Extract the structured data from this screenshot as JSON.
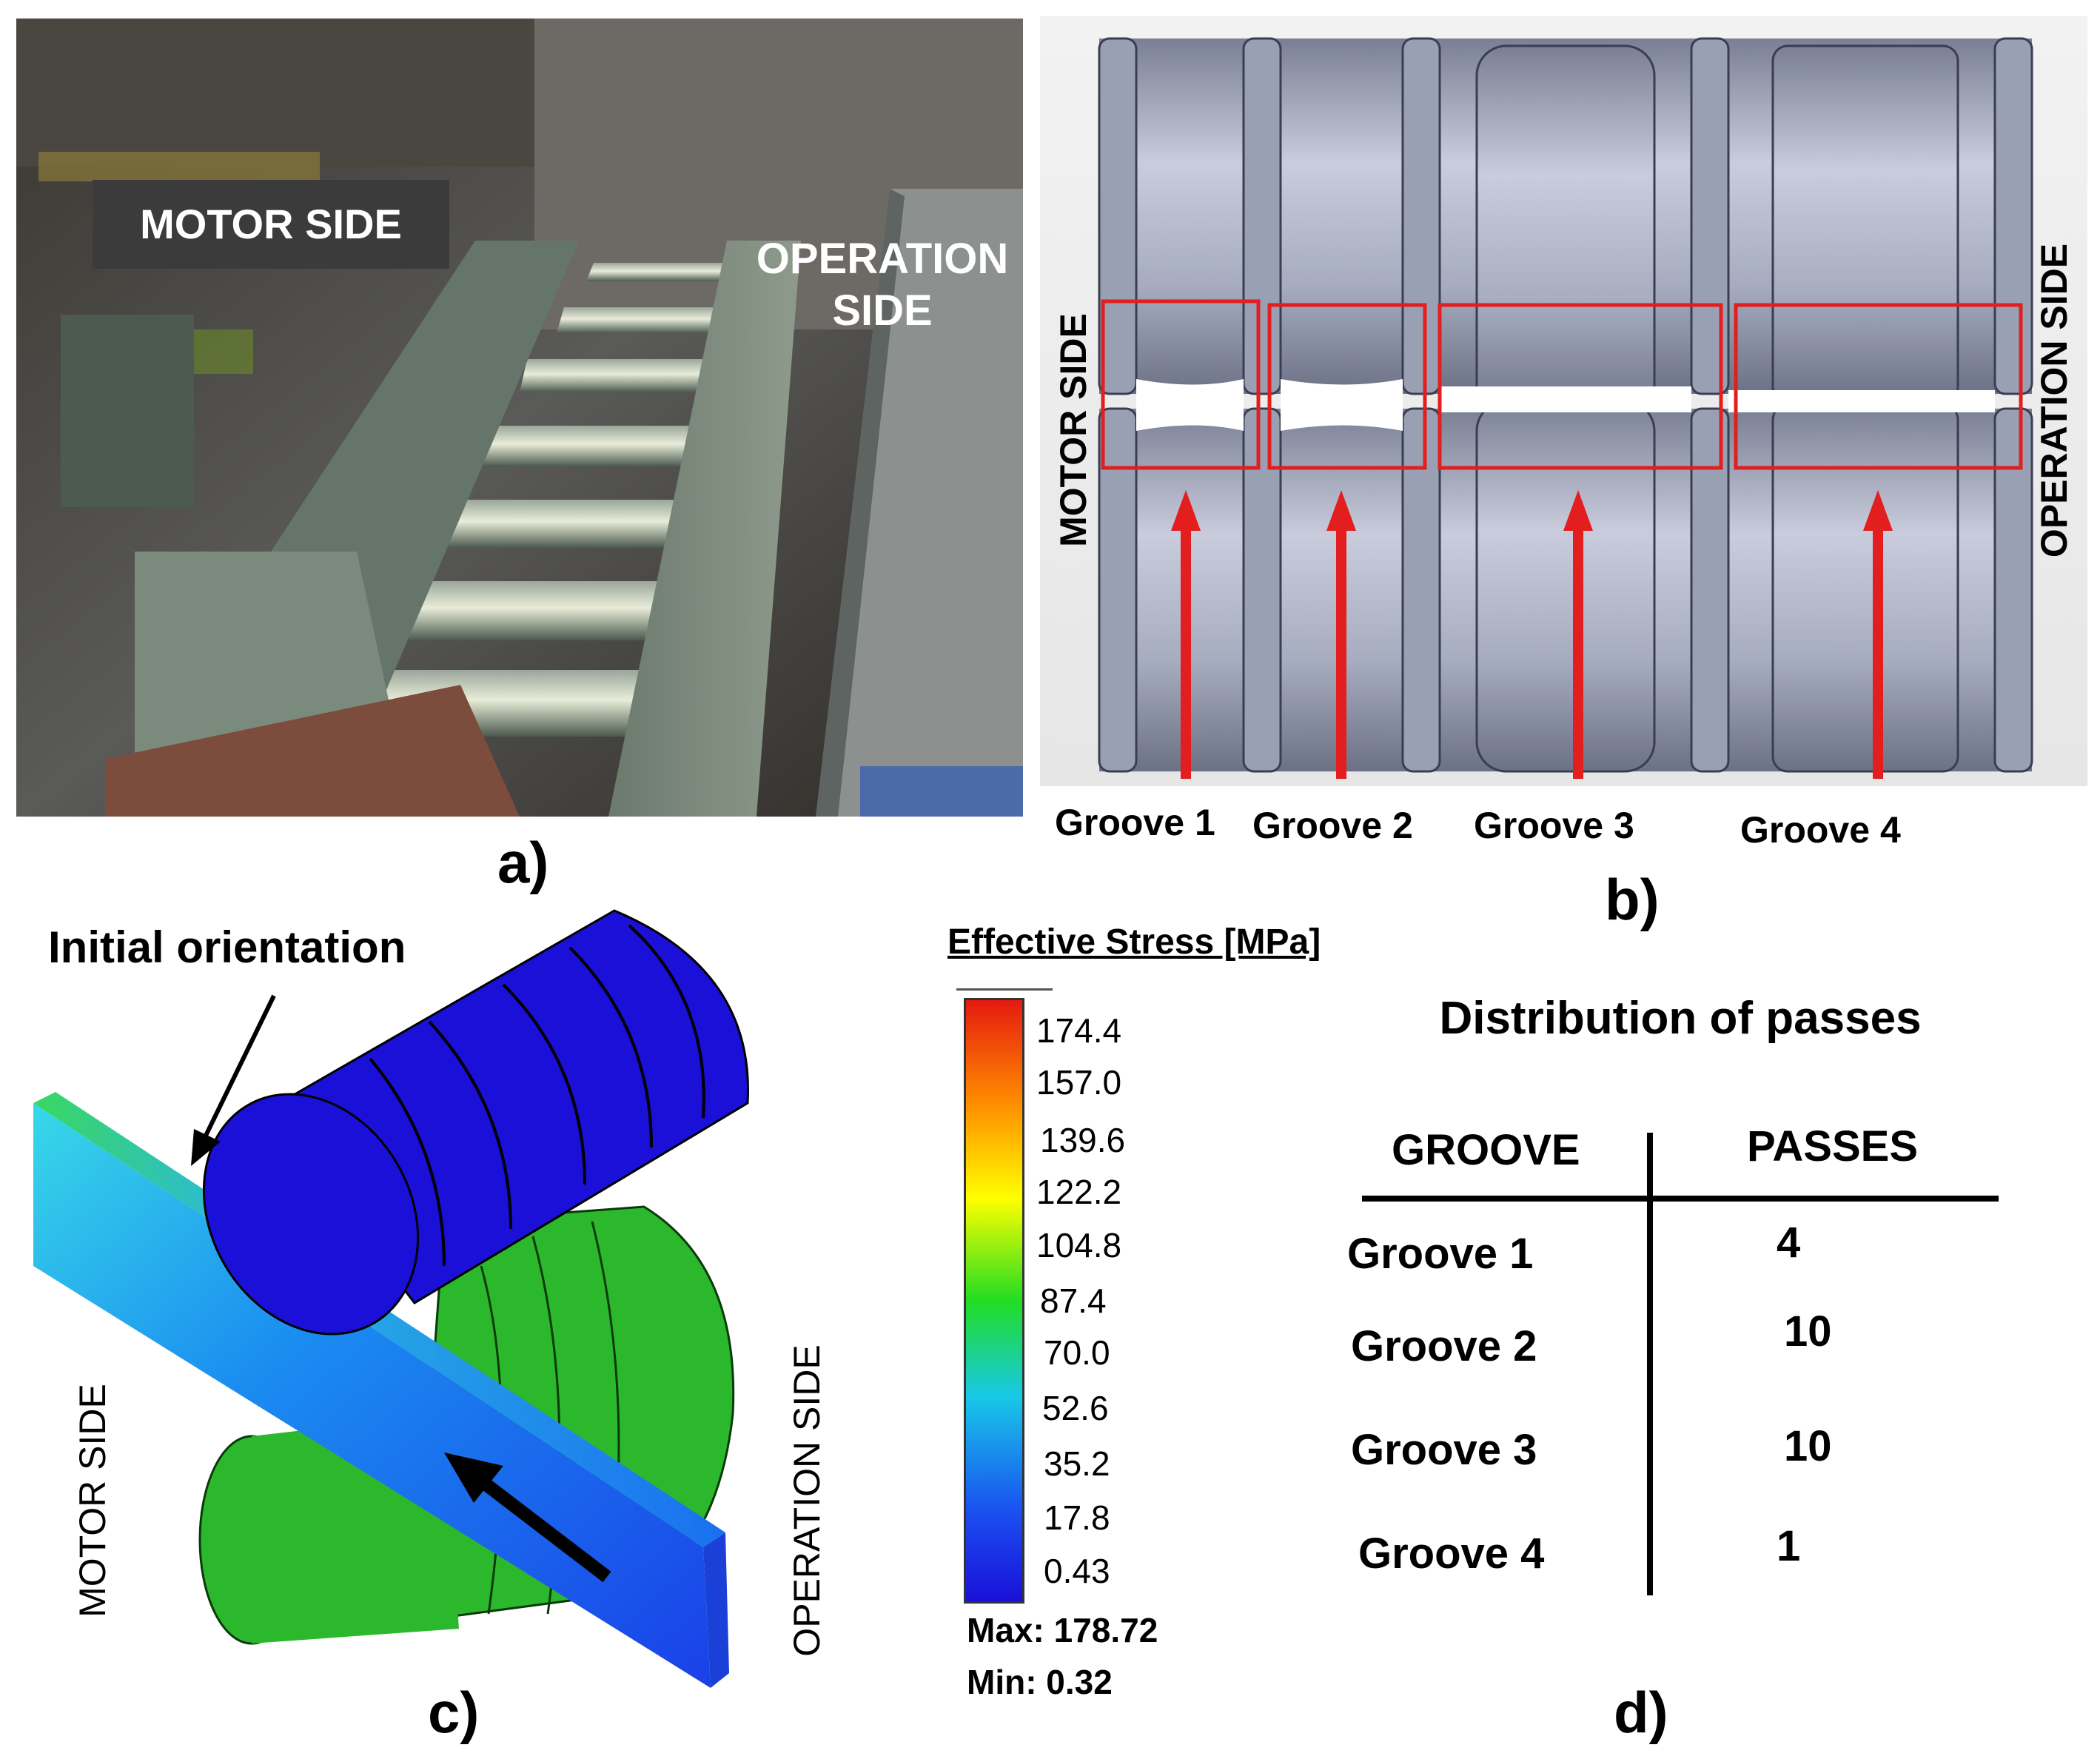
{
  "panel_a": {
    "label": "a)",
    "motor_side": "MOTOR SIDE",
    "operation_side_line1": "OPERATION",
    "operation_side_line2": "SIDE"
  },
  "panel_b": {
    "label": "b)",
    "motor_side": "MOTOR SIDE",
    "operation_side": "OPERATION SIDE",
    "grooves": [
      "Groove 1",
      "Groove 2",
      "Groove 3",
      "Groove 4"
    ],
    "highlight_color": "#e31e1e"
  },
  "panel_c": {
    "label": "c)",
    "initial_orientation": "Initial orientation",
    "motor_side": "MOTOR SIDE",
    "operation_side": "OPERATION SIDE",
    "legend": {
      "title": "Effective Stress [MPa]",
      "ticks": [
        "174.4",
        "157.0",
        "139.6",
        "122.2",
        "104.8",
        "87.4",
        "70.0",
        "52.6",
        "35.2",
        "17.8",
        "0.43"
      ],
      "max": "Max: 178.72",
      "min": "Min: 0.32",
      "colors": [
        "#e51a10",
        "#ff8c00",
        "#ffff00",
        "#22dd22",
        "#18c8e8",
        "#1a50f0",
        "#1a10d8"
      ]
    }
  },
  "panel_d": {
    "label": "d)",
    "title": "Distribution of passes",
    "headers": [
      "GROOVE",
      "PASSES"
    ],
    "rows": [
      {
        "groove": "Groove 1",
        "passes": "4"
      },
      {
        "groove": "Groove 2",
        "passes": "10"
      },
      {
        "groove": "Groove 3",
        "passes": "10"
      },
      {
        "groove": "Groove 4",
        "passes": "1"
      }
    ]
  }
}
